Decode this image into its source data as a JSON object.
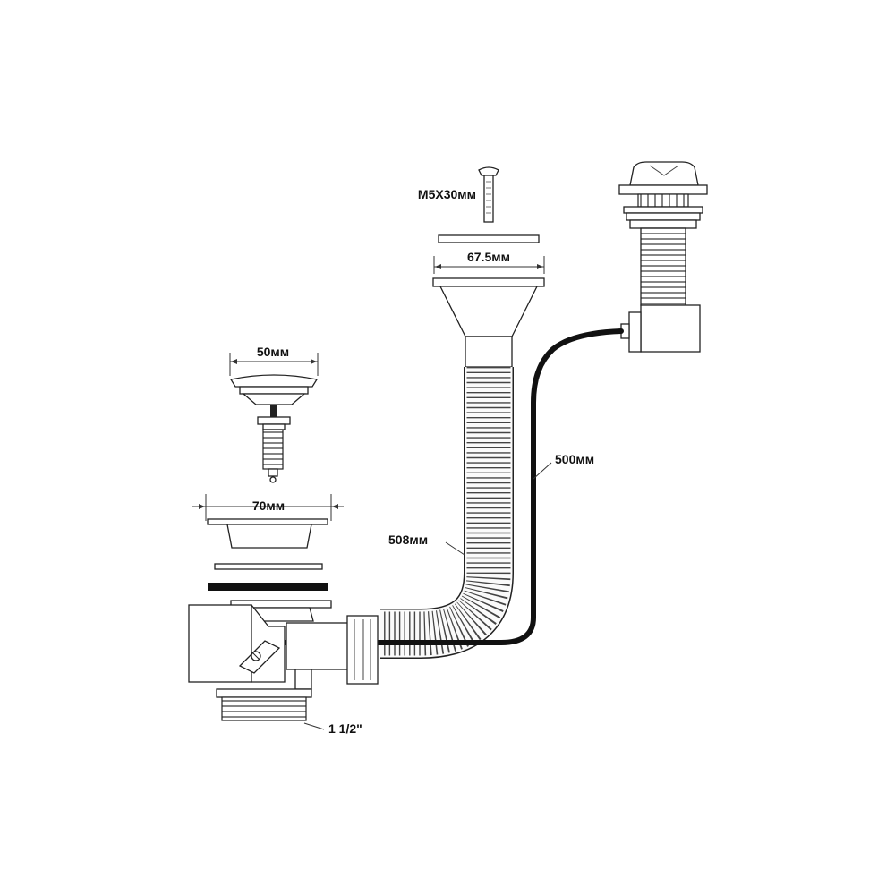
{
  "labels": {
    "screw": "M5X30мм",
    "strainer_diameter": "67.5мм",
    "plug_diameter": "50мм",
    "basket_diameter": "70мм",
    "flex_pipe_length": "508мм",
    "cable_length": "500мм",
    "thread_size": "1 1/2\""
  },
  "colors": {
    "line": "#222222",
    "cable": "#111111",
    "fill": "#ffffff"
  }
}
